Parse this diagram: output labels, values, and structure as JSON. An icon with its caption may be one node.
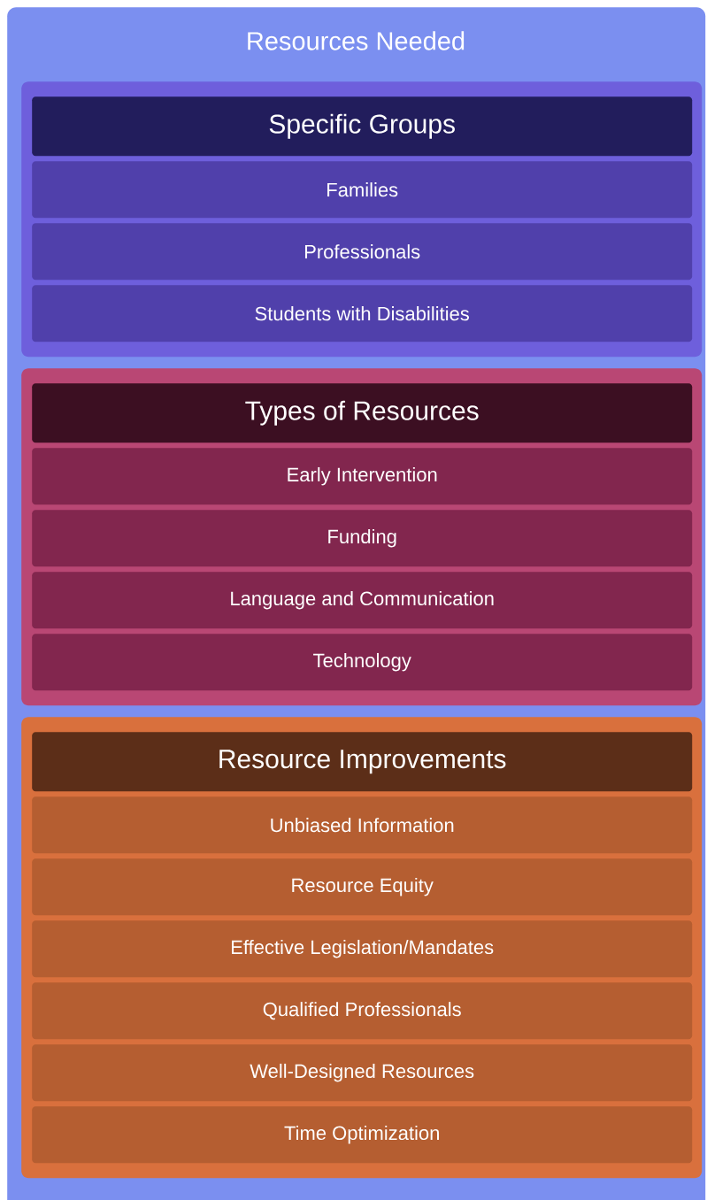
{
  "diagram": {
    "nodes": [
      {
        "text": [
          "Resources Needed"
        ]
      },
      {
        "text": [],
        "shape": "box",
        "in": 0
      },
      {
        "text": [
          "Specific Groups"
        ],
        "in": 1
      },
      {
        "text": [
          "Families"
        ],
        "in": 1
      },
      {
        "text": [
          "Professionals"
        ],
        "in": 1
      },
      {
        "text": [
          "Students with Disabilities"
        ],
        "in": 1
      },
      {
        "text": [],
        "shape": "box",
        "in": 0
      },
      {
        "text": [
          "Types of Resources"
        ],
        "in": 6
      },
      {
        "text": [
          "Early Intervention"
        ],
        "in": 6
      },
      {
        "text": [
          "Funding"
        ],
        "in": 6
      },
      {
        "text": [
          "Language and Communication"
        ],
        "in": 6
      },
      {
        "text": [
          "Technology"
        ],
        "in": 6
      },
      {
        "text": [],
        "shape": "box",
        "in": 0
      },
      {
        "text": [
          "Resource Improvements"
        ],
        "in": 12
      },
      {
        "text": [
          "Unbiased Information"
        ],
        "in": 12
      },
      {
        "text": [
          "Resource Equity"
        ],
        "in": 12
      },
      {
        "text": [
          "Effective Legislation/Mandates"
        ],
        "in": 12
      },
      {
        "text": [
          "Qualified Professionals"
        ],
        "in": 12
      },
      {
        "text": [
          "Well-Designed Resources"
        ],
        "in": 12
      },
      {
        "text": [
          "Time Optimization"
        ],
        "in": 12
      }
    ]
  }
}
